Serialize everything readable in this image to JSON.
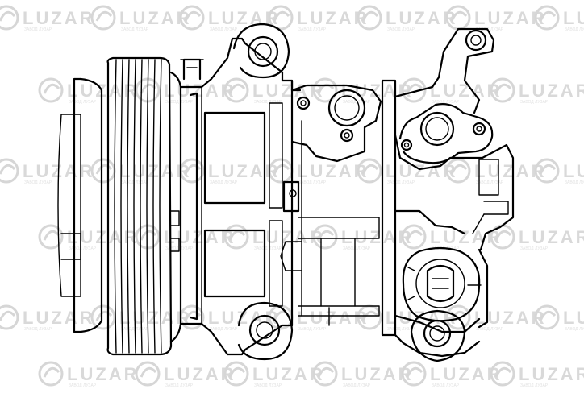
{
  "watermark": {
    "brand": "LUZAR",
    "tagline": "ЗАВОД ЛУЗАР"
  },
  "drawing": {
    "subject": "ac-compressor-line-drawing",
    "line_color": "#000000",
    "watermark_color": "#d9d9d9",
    "background": "#ffffff"
  }
}
